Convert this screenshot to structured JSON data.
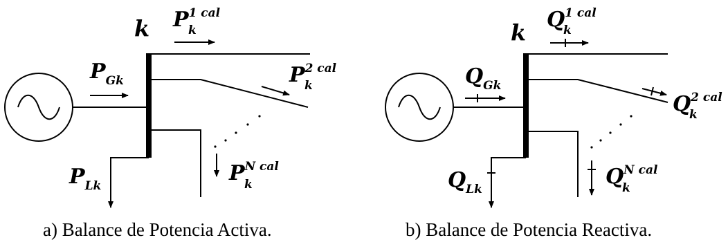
{
  "panel_a": {
    "bus": "k",
    "gen": {
      "main": "P",
      "sub": "Gk"
    },
    "line1": {
      "main": "P",
      "sub": "k",
      "sup": "1 cal"
    },
    "line2": {
      "main": "P",
      "sub": "k",
      "sup": "2 cal"
    },
    "lineN": {
      "main": "P",
      "sub": "k",
      "sup": "N cal"
    },
    "load": {
      "main": "P",
      "sub": "Lk"
    },
    "caption": "a) Balance de Potencia Activa."
  },
  "panel_b": {
    "bus": "k",
    "gen": {
      "main": "Q",
      "sub": "Gk"
    },
    "line1": {
      "main": "Q",
      "sub": "k",
      "sup": "1 cal"
    },
    "line2": {
      "main": "Q",
      "sub": "k",
      "sup": "2 cal"
    },
    "lineN": {
      "main": "Q",
      "sub": "k",
      "sup": "N cal"
    },
    "load": {
      "main": "Q",
      "sub": "Lk"
    },
    "caption": "b) Balance de Potencia Reactiva."
  }
}
